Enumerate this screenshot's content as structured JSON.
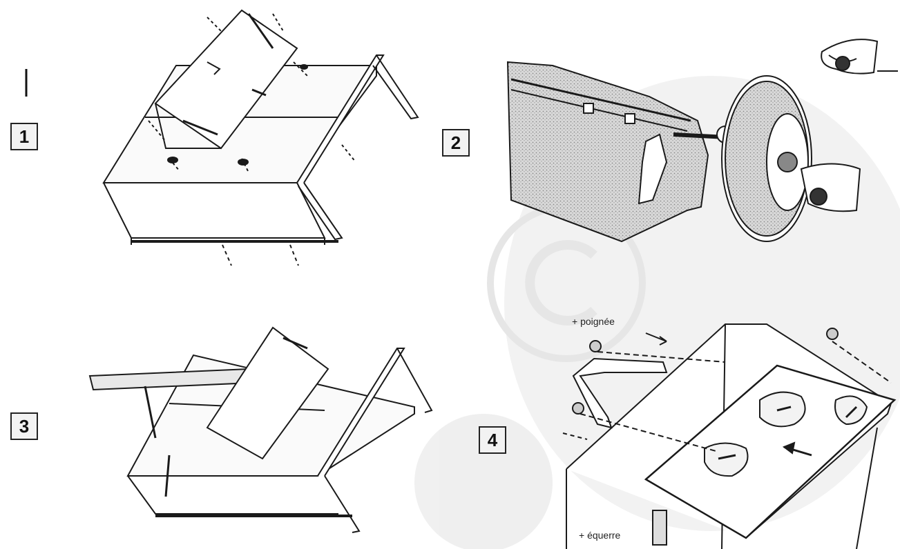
{
  "steps": [
    {
      "number": "1"
    },
    {
      "number": "2"
    },
    {
      "number": "3"
    },
    {
      "number": "4"
    }
  ],
  "callouts": {
    "handle": "+ poignée",
    "bracket": "+ équerre"
  },
  "stray_mark": "|",
  "colors": {
    "ink": "#1a1a1a",
    "shade": "#bdbdbd",
    "watermark": "#e6e6e6"
  },
  "icons": [
    "copyright-watermark-icon",
    "wheel-icon",
    "hand-icon",
    "screw-icon"
  ]
}
